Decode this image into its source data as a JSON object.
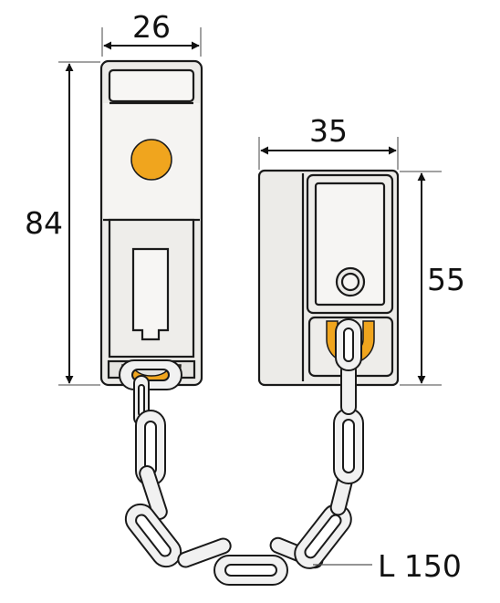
{
  "dimensions": {
    "width_left": "26",
    "height_left": "84",
    "width_right": "35",
    "height_right": "55",
    "chain_length": "L 150"
  },
  "colors": {
    "body_fill": "#ecebe8",
    "body_light": "#f7f6f4",
    "accent": "#f0a51e",
    "chain_fill": "#f1f1f1",
    "line": "#1a1a1a"
  }
}
